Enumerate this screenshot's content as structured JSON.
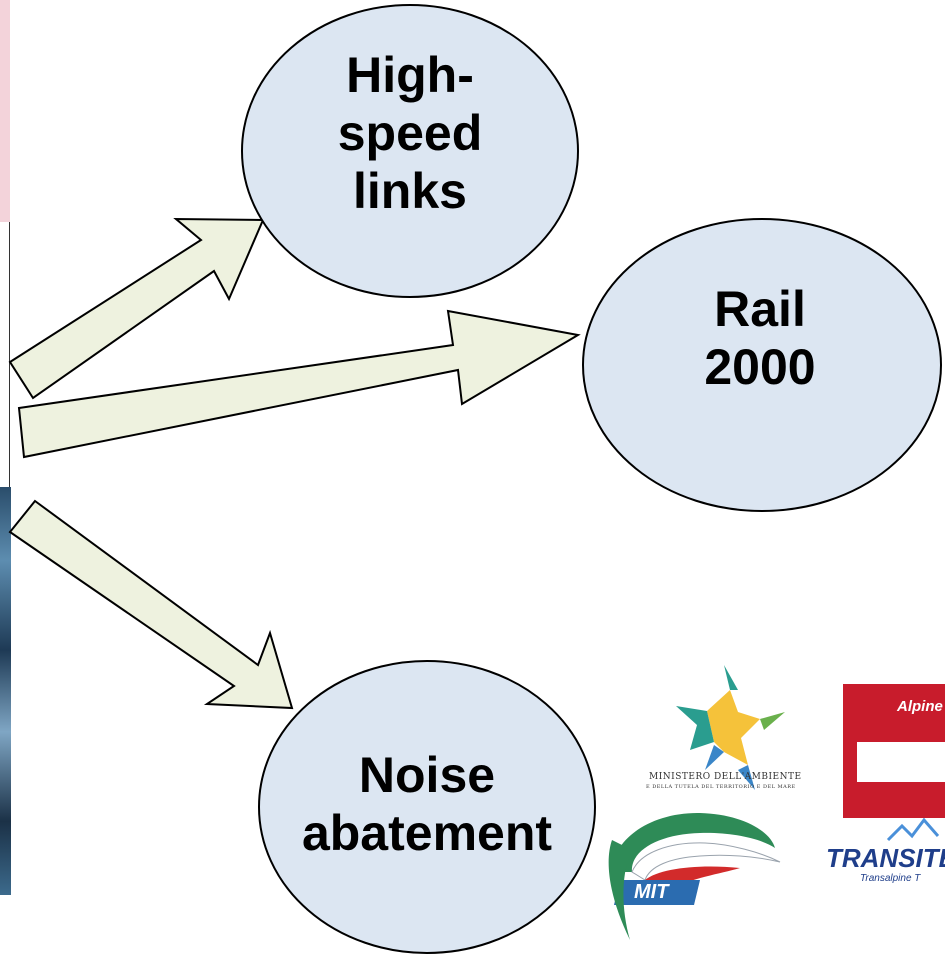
{
  "nodes": {
    "high_speed": "High-\nspeed\nlinks",
    "rail2000": "Rail\n2000",
    "noise": "Noise\nabatement"
  },
  "logos": {
    "ministero_line1": "MINISTERO DELL'AMBIENTE",
    "ministero_line2": "E DELLA TUTELA DEL TERRITORIO E DEL MARE",
    "alpine_space": "Alpine",
    "mit": "MIT",
    "transitects": "TRANSITE",
    "transitects_sub": "Transalpine T"
  },
  "colors": {
    "node_fill": "#dce6f2",
    "arrow_fill": "#eef2df",
    "stroke": "#000000"
  }
}
